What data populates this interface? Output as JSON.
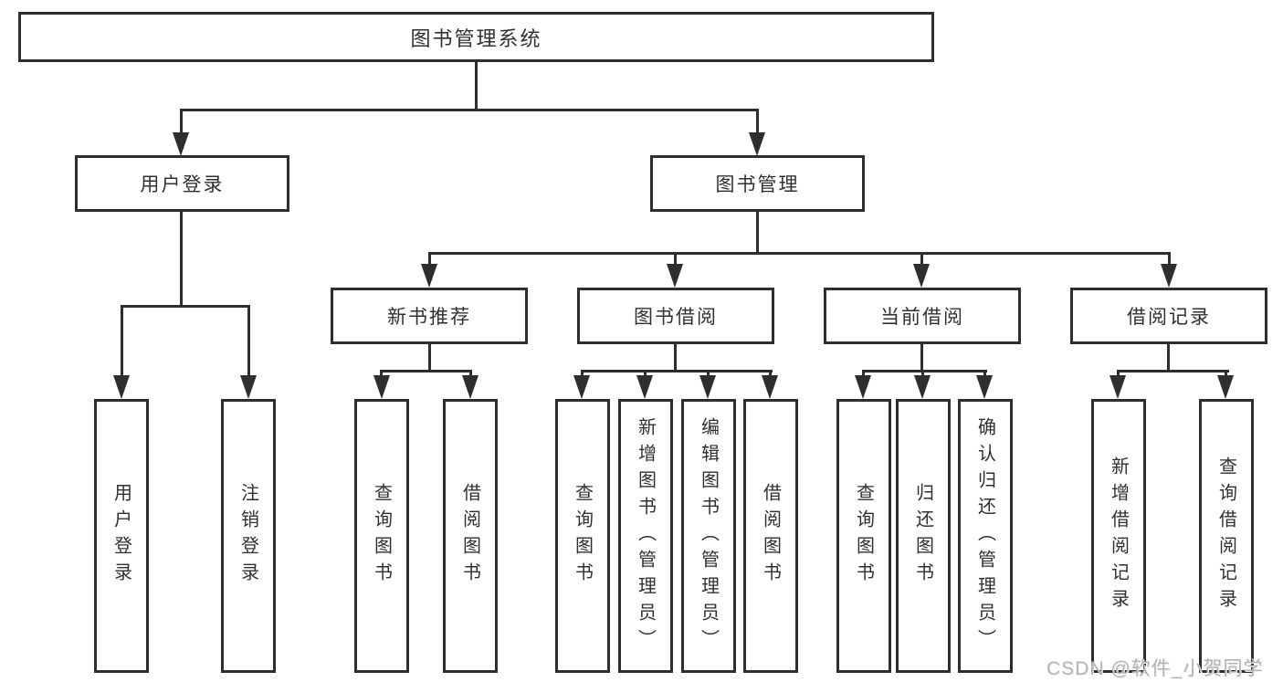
{
  "colors": {
    "line": "#2e2e2e",
    "text": "#303030",
    "bg": "#ffffff",
    "watermark": "#b3b3b3"
  },
  "watermark": {
    "text": "CSDN @软件_小贺同学"
  },
  "tree": {
    "label": "图书管理系统",
    "children": [
      {
        "label": "用户登录",
        "children": [
          {
            "label": "用户登录"
          },
          {
            "label": "注销登录"
          }
        ]
      },
      {
        "label": "图书管理",
        "children": [
          {
            "label": "新书推荐",
            "children": [
              {
                "label": "查询图书"
              },
              {
                "label": "借阅图书"
              }
            ]
          },
          {
            "label": "图书借阅",
            "children": [
              {
                "label": "查询图书"
              },
              {
                "label": "新增图书（管理员）"
              },
              {
                "label": "编辑图书（管理员）"
              },
              {
                "label": "借阅图书"
              }
            ]
          },
          {
            "label": "当前借阅",
            "children": [
              {
                "label": "查询图书"
              },
              {
                "label": "归还图书"
              },
              {
                "label": "确认归还（管理员）"
              }
            ]
          },
          {
            "label": "借阅记录",
            "children": [
              {
                "label": "新增借阅记录"
              },
              {
                "label": "查询借阅记录"
              }
            ]
          }
        ]
      }
    ]
  }
}
